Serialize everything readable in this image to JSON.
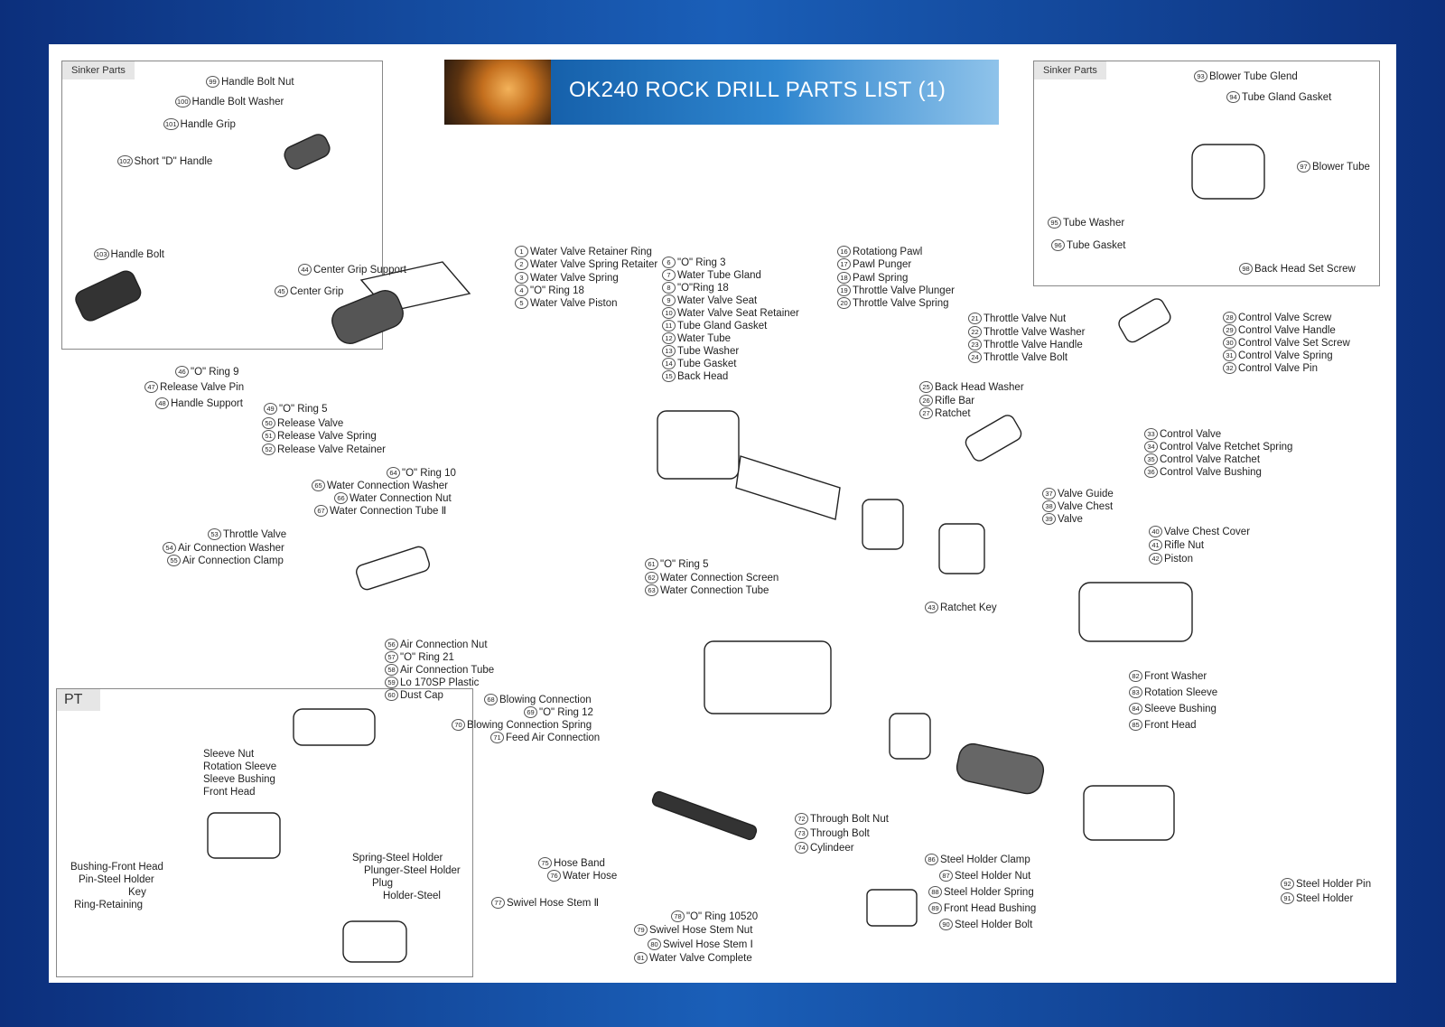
{
  "title": "OK240 ROCK DRILL PARTS LIST (1)",
  "sinker_tag": "Sinker Parts",
  "pt_tag": "PT",
  "parts": [
    {
      "n": "1",
      "name": "Water Valve Retainer Ring"
    },
    {
      "n": "2",
      "name": "Water Valve Spring Retaiter"
    },
    {
      "n": "3",
      "name": "Water Valve Spring"
    },
    {
      "n": "4",
      "name": "\"O\" Ring 18"
    },
    {
      "n": "5",
      "name": "Water Valve Piston"
    },
    {
      "n": "6",
      "name": "\"O\" Ring 3"
    },
    {
      "n": "7",
      "name": "Water Tube Gland"
    },
    {
      "n": "8",
      "name": "\"O\"Ring 18"
    },
    {
      "n": "9",
      "name": "Water Valve Seat"
    },
    {
      "n": "10",
      "name": "Water Valve Seat Retainer"
    },
    {
      "n": "11",
      "name": "Tube Gland Gasket"
    },
    {
      "n": "12",
      "name": "Water Tube"
    },
    {
      "n": "13",
      "name": "Tube Washer"
    },
    {
      "n": "14",
      "name": "Tube Gasket"
    },
    {
      "n": "15",
      "name": "Back Head"
    },
    {
      "n": "16",
      "name": "Rotationg Pawl"
    },
    {
      "n": "17",
      "name": "Pawl Punger"
    },
    {
      "n": "18",
      "name": "Pawl Spring"
    },
    {
      "n": "19",
      "name": "Throttle Valve Plunger"
    },
    {
      "n": "20",
      "name": "Throttle Valve Spring"
    },
    {
      "n": "21",
      "name": "Throttle Valve Nut"
    },
    {
      "n": "22",
      "name": "Throttle Valve Washer"
    },
    {
      "n": "23",
      "name": "Throttle Valve Handle"
    },
    {
      "n": "24",
      "name": "Throttle Valve Bolt"
    },
    {
      "n": "25",
      "name": "Back Head Washer"
    },
    {
      "n": "26",
      "name": "Rifle Bar"
    },
    {
      "n": "27",
      "name": "Ratchet"
    },
    {
      "n": "28",
      "name": "Control Valve Screw"
    },
    {
      "n": "29",
      "name": "Control Valve Handle"
    },
    {
      "n": "30",
      "name": "Control Valve Set Screw"
    },
    {
      "n": "31",
      "name": "Control Valve Spring"
    },
    {
      "n": "32",
      "name": "Control Valve Pin"
    },
    {
      "n": "33",
      "name": "Control Valve"
    },
    {
      "n": "34",
      "name": "Control Valve Retchet Spring"
    },
    {
      "n": "35",
      "name": "Control Valve Ratchet"
    },
    {
      "n": "36",
      "name": "Control Valve Bushing"
    },
    {
      "n": "37",
      "name": "Valve Guide"
    },
    {
      "n": "38",
      "name": "Valve Chest"
    },
    {
      "n": "39",
      "name": "Valve"
    },
    {
      "n": "40",
      "name": "Valve Chest Cover"
    },
    {
      "n": "41",
      "name": "Rifle Nut"
    },
    {
      "n": "42",
      "name": "Piston"
    },
    {
      "n": "43",
      "name": "Ratchet Key"
    },
    {
      "n": "44",
      "name": "Center Grip Support"
    },
    {
      "n": "45",
      "name": "Center Grip"
    },
    {
      "n": "46",
      "name": "\"O\" Ring 9"
    },
    {
      "n": "47",
      "name": "Release Valve Pin"
    },
    {
      "n": "48",
      "name": "Handle Support"
    },
    {
      "n": "49",
      "name": "\"O\" Ring 5"
    },
    {
      "n": "50",
      "name": "Release Valve"
    },
    {
      "n": "51",
      "name": "Release Valve Spring"
    },
    {
      "n": "52",
      "name": "Release Valve Retainer"
    },
    {
      "n": "53",
      "name": "Throttle Valve"
    },
    {
      "n": "54",
      "name": "Air Connection Washer"
    },
    {
      "n": "55",
      "name": "Air Connection Clamp"
    },
    {
      "n": "56",
      "name": "Air Connection Nut"
    },
    {
      "n": "57",
      "name": "\"O\" Ring 21"
    },
    {
      "n": "58",
      "name": "Air Connection Tube"
    },
    {
      "n": "59",
      "name": "Lo 170SP Plastic"
    },
    {
      "n": "60",
      "name": "Dust Cap"
    },
    {
      "n": "61",
      "name": "\"O\" Ring 5"
    },
    {
      "n": "62",
      "name": "Water Connection Screen"
    },
    {
      "n": "63",
      "name": "Water Connection Tube"
    },
    {
      "n": "64",
      "name": "\"O\" Ring 10"
    },
    {
      "n": "65",
      "name": "Water Connection Washer"
    },
    {
      "n": "66",
      "name": "Water Connection Nut"
    },
    {
      "n": "67",
      "name": "Water Connection Tube Ⅱ"
    },
    {
      "n": "68",
      "name": "Blowing Connection"
    },
    {
      "n": "69",
      "name": "\"O\" Ring 12"
    },
    {
      "n": "70",
      "name": "Blowing Connection Spring"
    },
    {
      "n": "71",
      "name": "Feed Air Connection"
    },
    {
      "n": "72",
      "name": "Through Bolt Nut"
    },
    {
      "n": "73",
      "name": "Through Bolt"
    },
    {
      "n": "74",
      "name": "Cylindeer"
    },
    {
      "n": "75",
      "name": "Hose Band"
    },
    {
      "n": "76",
      "name": "Water Hose"
    },
    {
      "n": "77",
      "name": "Swivel Hose Stem Ⅱ"
    },
    {
      "n": "78",
      "name": "\"O\" Ring 10520"
    },
    {
      "n": "79",
      "name": "Swivel Hose Stem Nut"
    },
    {
      "n": "80",
      "name": "Swivel Hose Stem Ⅰ"
    },
    {
      "n": "81",
      "name": "Water Valve Complete"
    },
    {
      "n": "82",
      "name": "Front Washer"
    },
    {
      "n": "83",
      "name": "Rotation Sleeve"
    },
    {
      "n": "84",
      "name": "Sleeve Bushing"
    },
    {
      "n": "85",
      "name": "Front Head"
    },
    {
      "n": "86",
      "name": "Steel Holder Clamp"
    },
    {
      "n": "87",
      "name": "Steel Holder Nut"
    },
    {
      "n": "88",
      "name": "Steel Holder Spring"
    },
    {
      "n": "89",
      "name": "Front Head Bushing"
    },
    {
      "n": "90",
      "name": "Steel Holder Bolt"
    },
    {
      "n": "91",
      "name": "Steel Holder"
    },
    {
      "n": "92",
      "name": "Steel Holder Pin"
    },
    {
      "n": "93",
      "name": "Blower Tube Glend"
    },
    {
      "n": "94",
      "name": "Tube Gland Gasket"
    },
    {
      "n": "95",
      "name": "Tube Washer"
    },
    {
      "n": "96",
      "name": "Tube Gasket"
    },
    {
      "n": "97",
      "name": "Blower Tube"
    },
    {
      "n": "98",
      "name": "Back Head Set Screw"
    },
    {
      "n": "99",
      "name": "Handle Bolt Nut"
    },
    {
      "n": "100",
      "name": "Handle Bolt Washer"
    },
    {
      "n": "101",
      "name": "Handle Grip"
    },
    {
      "n": "102",
      "name": "Short \"D\" Handle"
    },
    {
      "n": "103",
      "name": "Handle Bolt"
    }
  ],
  "pt_parts": [
    "Sleeve Nut",
    "Rotation Sleeve",
    "Sleeve Bushing",
    "Front Head",
    "Bushing-Front Head",
    "Pin-Steel Holder",
    "Key",
    "Ring-Retaining",
    "Spring-Steel Holder",
    "Plunger-Steel Holder",
    "Plug",
    "Holder-Steel"
  ]
}
